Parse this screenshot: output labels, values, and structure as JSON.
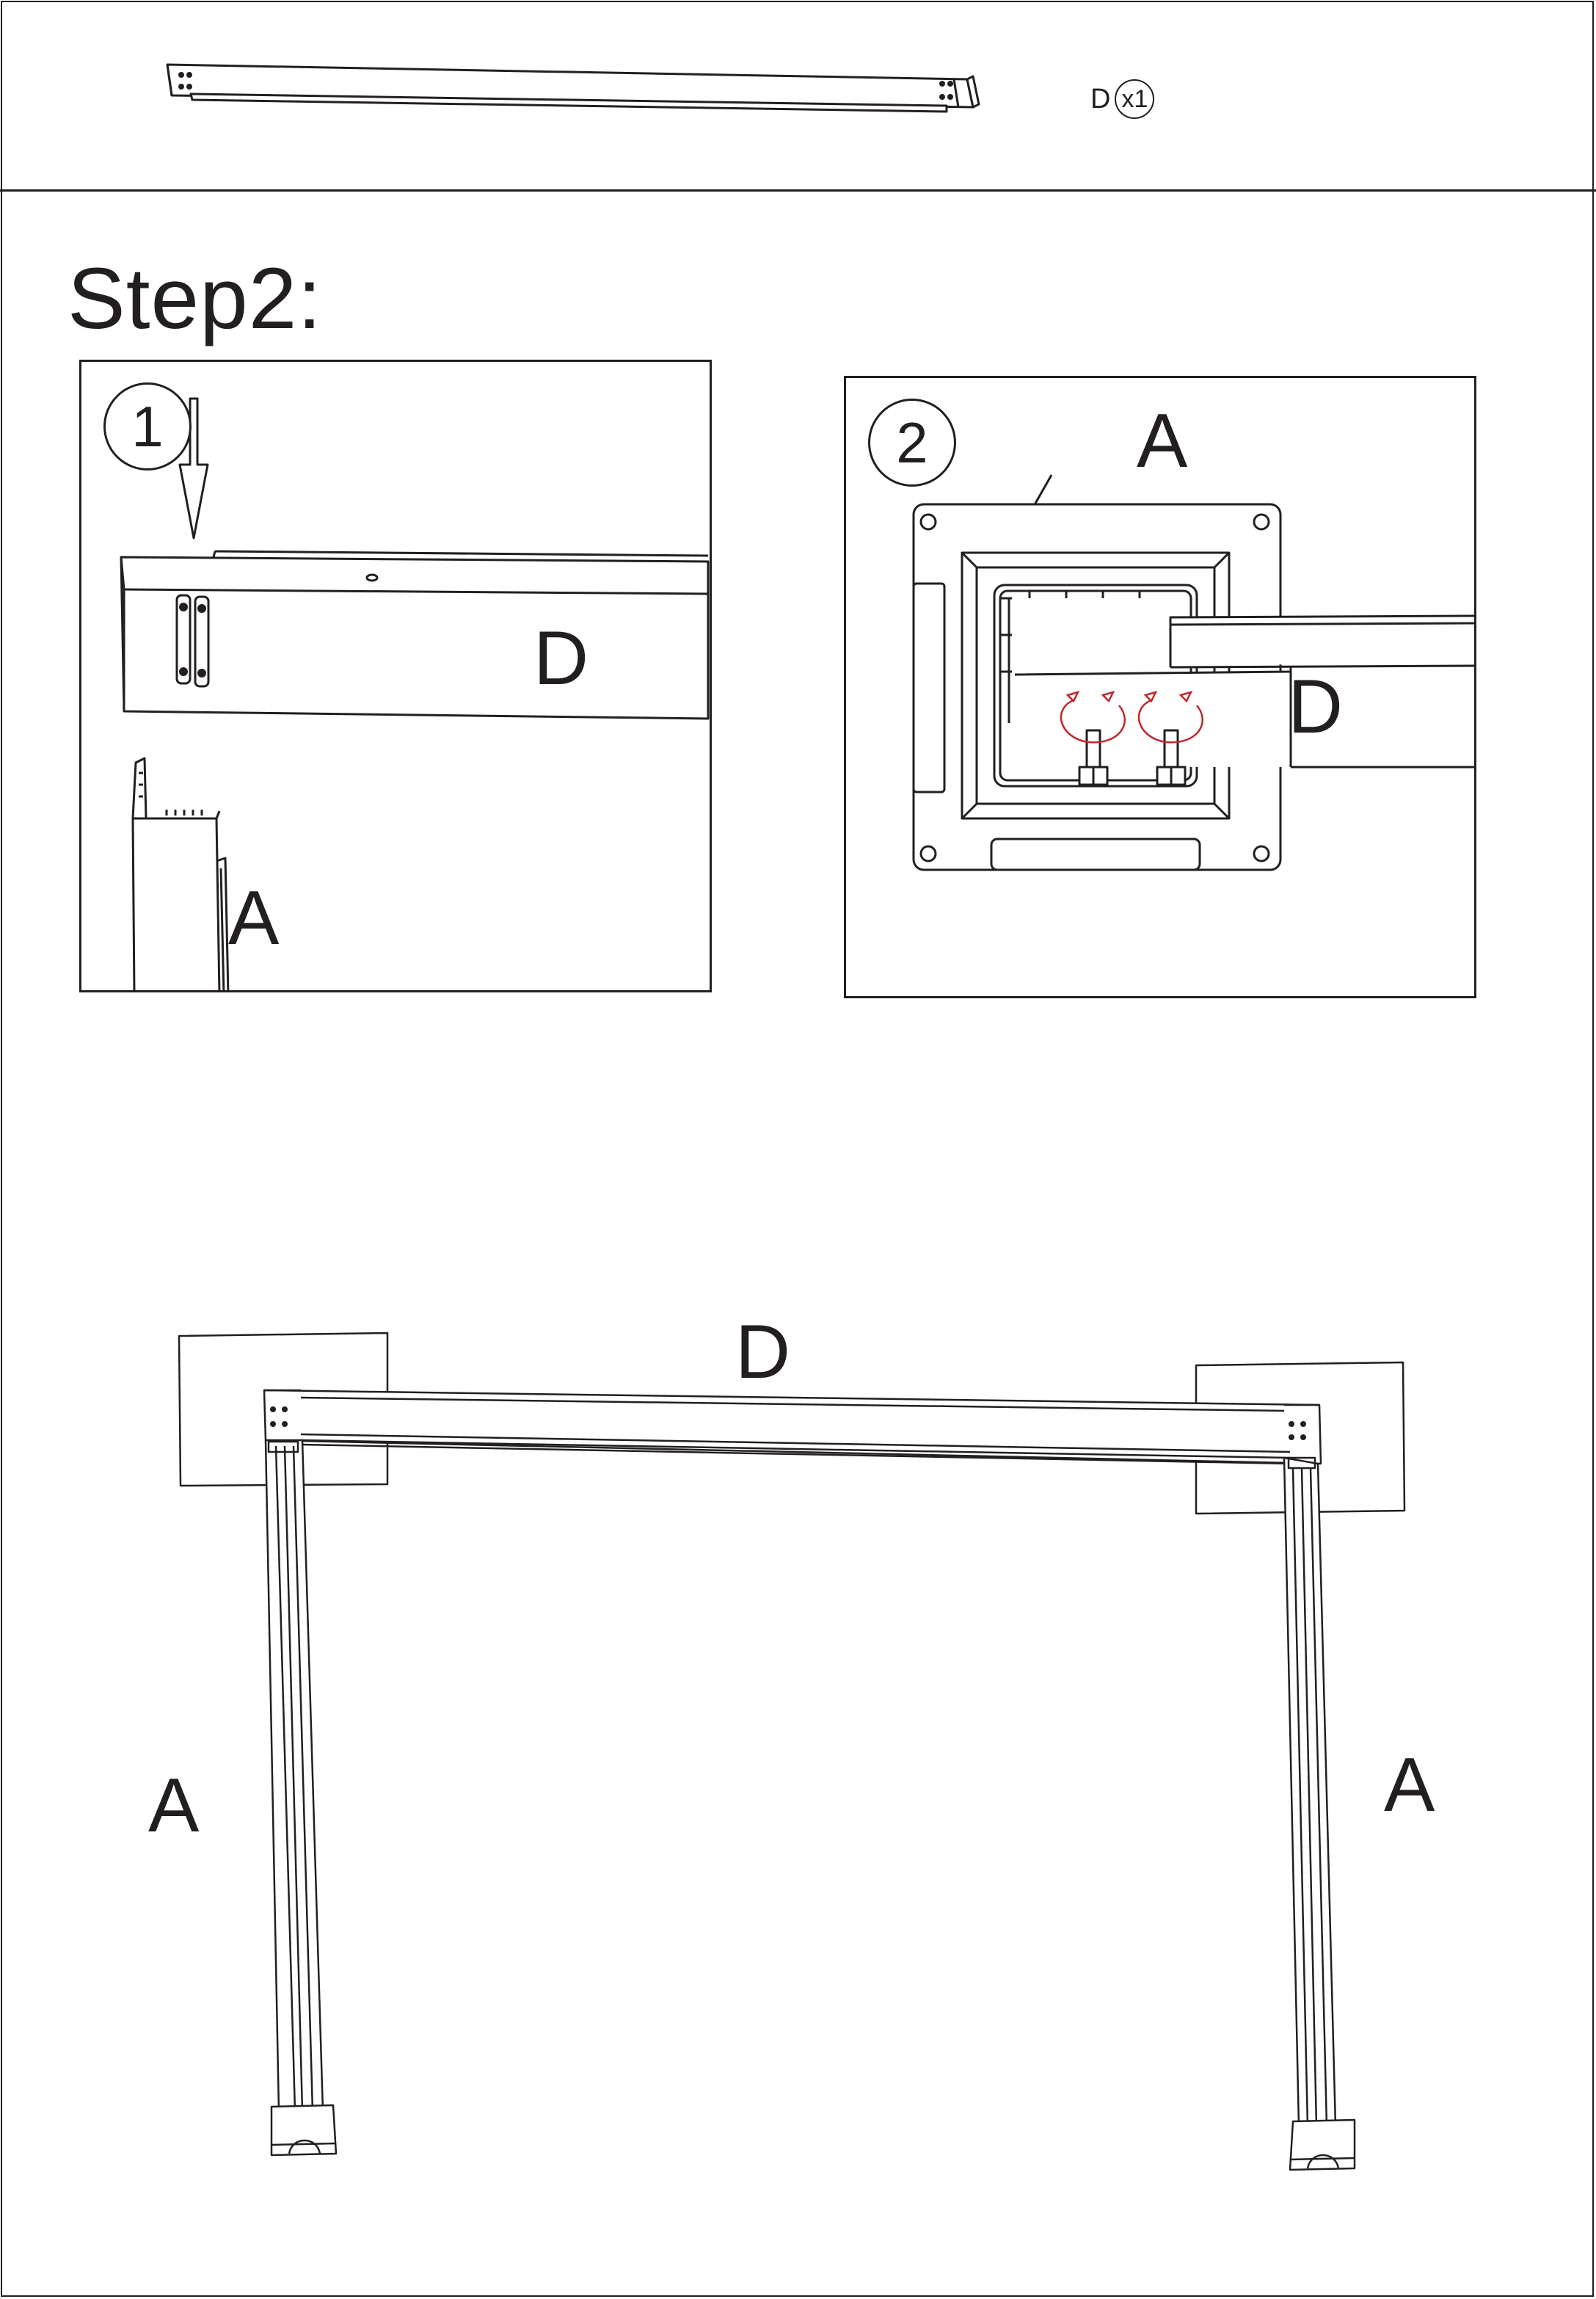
{
  "parts_header": {
    "part_letter": "D",
    "quantity": "x1"
  },
  "step": {
    "title": "Step2:"
  },
  "panel_1": {
    "number": "1",
    "label_beam": "D",
    "label_leg": "A"
  },
  "panel_2": {
    "number": "2",
    "label_leg": "A",
    "label_beam": "D",
    "rotation_arrow_color": "#c0272d"
  },
  "assembly": {
    "label_beam": "D",
    "label_left_leg": "A",
    "label_right_leg": "A"
  },
  "colors": {
    "line": "#231f20",
    "accent": "#c0272d",
    "background": "#ffffff"
  }
}
